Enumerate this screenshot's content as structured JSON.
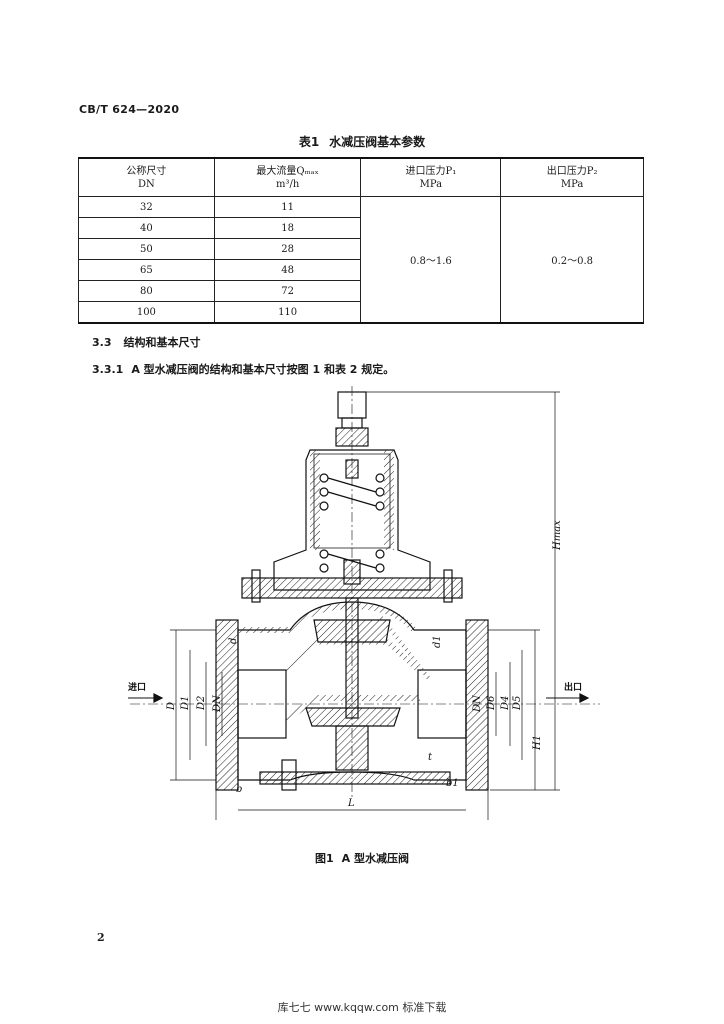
{
  "header": {
    "standard_code": "CB/T 624—2020"
  },
  "table1": {
    "caption_num": "表1",
    "caption_text": "水减压阀基本参数",
    "headers": [
      {
        "line1": "公称尺寸",
        "line2": "DN"
      },
      {
        "line1": "最大流量Qₘₐₓ",
        "line2": "m³/h"
      },
      {
        "line1": "进口压力P₁",
        "line2": "MPa"
      },
      {
        "line1": "出口压力P₂",
        "line2": "MPa"
      }
    ],
    "rows": [
      {
        "dn": "32",
        "flow": "11"
      },
      {
        "dn": "40",
        "flow": "18"
      },
      {
        "dn": "50",
        "flow": "28"
      },
      {
        "dn": "65",
        "flow": "48"
      },
      {
        "dn": "80",
        "flow": "72"
      },
      {
        "dn": "100",
        "flow": "110"
      }
    ],
    "inlet_pressure": "0.8～1.6",
    "outlet_pressure": "0.2～0.8"
  },
  "section_3_3": {
    "number": "3.3",
    "title": "结构和基本尺寸"
  },
  "section_3_3_1": {
    "number": "3.3.1",
    "text": "A 型水减压阀的结构和基本尺寸按图 1 和表 2 规定。"
  },
  "figure1": {
    "caption_num": "图1",
    "caption_text": "A 型水减压阀",
    "inlet_label": "进口",
    "outlet_label": "出口",
    "dim_labels": {
      "hmax": "Hmax",
      "h1": "H1",
      "l": "L",
      "b": "b",
      "b1": "b1",
      "d": "d",
      "d1": "d1",
      "D": "D",
      "D1": "D1",
      "D2": "D2",
      "DN_left": "DN",
      "DN_right": "DN",
      "D6": "D6",
      "D4": "D4",
      "D5": "D5",
      "t": "t"
    }
  },
  "page_number": "2",
  "footer": {
    "text": "库七七 www.kqqw.com 标准下载"
  }
}
